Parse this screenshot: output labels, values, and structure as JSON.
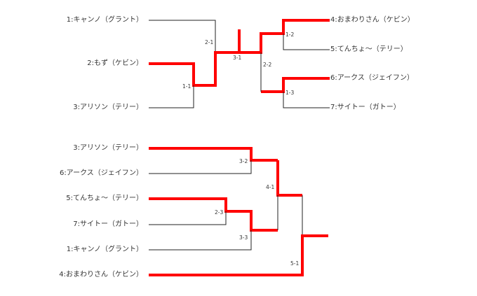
{
  "bracket_top": {
    "left_entries": [
      "1:キャンノ（グラント）",
      "2:もず（ケビン）",
      "3:アリソン（テリー）"
    ],
    "right_entries": [
      "4:おまわりさん（ケビン）",
      "5:てんちょ～（テリー）",
      "6:アークス（ジェイフン）",
      "7:サイトー（ガトー）"
    ],
    "matches": {
      "m1_1": "1-1",
      "m2_1": "2-1",
      "m3_1": "3-1",
      "m1_2": "1-2",
      "m2_2": "2-2",
      "m1_3": "1-3"
    }
  },
  "bracket_bottom": {
    "entries": [
      "3:アリソン（テリー）",
      "6:アークス（ジェイフン）",
      "5:てんちょ～（テリー）",
      "7:サイトー（ガトー）",
      "1:キャンノ（グラント）",
      "4:おまわりさん（ケビン）"
    ],
    "matches": {
      "m3_2": "3-2",
      "m2_3": "2-3",
      "m3_3": "3-3",
      "m4_1": "4-1",
      "m5_1": "5-1"
    }
  },
  "colors": {
    "winner_line": "#ff0000",
    "line": "#222222",
    "text": "#333333"
  }
}
